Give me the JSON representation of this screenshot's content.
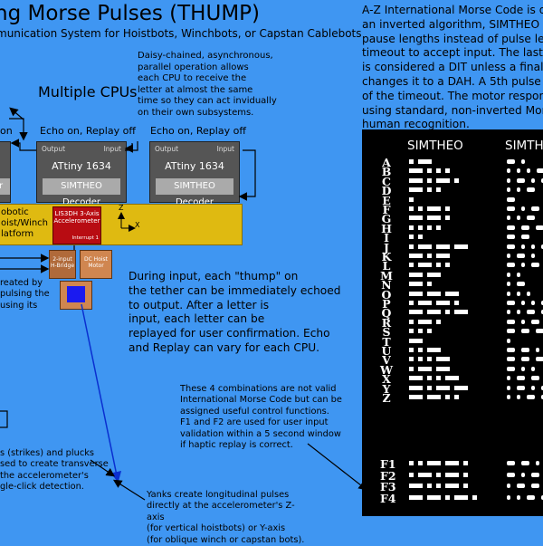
{
  "title": "ng Morse Pulses (THUMP)",
  "subtitle": "munication System for Hoistbots, Winchbots, or Capstan Cablebots",
  "multiple_cpus": "Multiple CPUs",
  "daisy_note": [
    "Daisy-chained, asynchronous,",
    "parallel operation allows",
    "each CPU to receive the",
    "letter at almost the same",
    "time so they can act invidually",
    "on their own subsystems."
  ],
  "echo_labels": [
    "on",
    "Echo on, Replay off",
    "Echo on, Replay off"
  ],
  "chips": [
    {
      "output": "Output",
      "input": "Input",
      "name": "ATtiny 1634",
      "decoder": "SIMTHEO Decoder"
    },
    {
      "output": "Output",
      "input": "Input",
      "name": "ATtiny 1634",
      "decoder": "SIMTHEO Decoder"
    }
  ],
  "left_chip_fragment": "r",
  "platform_label": [
    "obotic",
    "oist/Winch",
    "latform"
  ],
  "accel": {
    "line1": "LIS3DH 3-Axis",
    "line2": "Accelerometer",
    "int": "Interrupt 1"
  },
  "axes": {
    "z": "Z",
    "x": "X"
  },
  "hbridge": "2-input H-Bridge",
  "motor": "DC Hoist Motor",
  "left_treat": [
    "reated by",
    "pulsing the",
    "using its"
  ],
  "mid_text": [
    "During input, each \"thump\" on",
    "the tether can be immediately echoed",
    "to output.  After a letter is",
    "input, each letter can be",
    "replayed for user confirmation.  Echo",
    "and Replay can vary for each CPU."
  ],
  "note_text": [
    "These 4 combinations are not valid",
    "International Morse Code but can be",
    "assigned useful control functions.",
    "F1 and F2 are used for user input",
    "validation within a 5 second window",
    "if haptic replay is correct."
  ],
  "yanks_text": [
    "Yanks create longitudinal pulses",
    "directly at the accelerometer's Z-axis",
    "(for vertical hoistbots) or Y-axis",
    "(for oblique winch or capstan bots)."
  ],
  "left_text": [
    "s (strikes) and plucks",
    "sed to create transverse",
    " the accelerometer's",
    "gle-click detection."
  ],
  "right_text": [
    "A-Z International Morse Code is dec",
    "an inverted algorithm, SIMTHEO SH",
    "pause lengths instead of pulse leng",
    "timeout to accept input.  The last p",
    "is considered a DIT unless a final pu",
    "changes it to a DAH.  A 5th pulse a",
    "of the timeout.  The motor responds",
    "using standard, non-inverted Morse",
    "human recognition."
  ],
  "morse_headers": [
    "SIMTHEO",
    "SIMTHEO"
  ],
  "letters": [
    {
      "l": "A",
      "m": ".-",
      "s": "-."
    },
    {
      "l": "B",
      "m": "-...",
      "s": "...-"
    },
    {
      "l": "C",
      "m": "-.-.",
      "s": ".-.-"
    },
    {
      "l": "D",
      "m": "-..",
      "s": "..-"
    },
    {
      "l": "E",
      "m": ".",
      "s": "-"
    },
    {
      "l": "F",
      "m": "..-.",
      "s": "-.--"
    },
    {
      "l": "G",
      "m": "--.",
      "s": "..-"
    },
    {
      "l": "H",
      "m": "....",
      "s": "----"
    },
    {
      "l": "I",
      "m": "..",
      "s": "--"
    },
    {
      "l": "J",
      "m": ".---",
      "s": "-..."
    },
    {
      "l": "K",
      "m": "-.-",
      "s": ".-."
    },
    {
      "l": "L",
      "m": ".-..",
      "s": "-.--"
    },
    {
      "l": "M",
      "m": "--",
      "s": ".."
    },
    {
      "l": "N",
      "m": "-.",
      "s": ".-"
    },
    {
      "l": "O",
      "m": "---",
      "s": "..."
    },
    {
      "l": "P",
      "m": ".--.",
      "s": "-..-"
    },
    {
      "l": "Q",
      "m": "--.-",
      "s": "..-."
    },
    {
      "l": "R",
      "m": ".-.",
      "s": "-.-"
    },
    {
      "l": "S",
      "m": "...",
      "s": "---"
    },
    {
      "l": "T",
      "m": "-",
      "s": "."
    },
    {
      "l": "U",
      "m": "..-",
      "s": "--."
    },
    {
      "l": "V",
      "m": "...-",
      "s": "---."
    },
    {
      "l": "W",
      "m": ".--",
      "s": "-.."
    },
    {
      "l": "X",
      "m": "-..-",
      "s": ".--."
    },
    {
      "l": "Y",
      "m": "-.--",
      "s": ".-.."
    },
    {
      "l": "Z",
      "m": "--..",
      "s": "..--"
    }
  ],
  "fkeys": [
    {
      "l": "F1",
      "m": "..--.",
      "s": "--..-"
    },
    {
      "l": "F2",
      "m": ".-.-.",
      "s": "-.-.-"
    },
    {
      "l": "F3",
      "m": "-..-.",
      "s": ".--.-"
    },
    {
      "l": "F4",
      "m": "--.-.",
      "s": "..-.-"
    }
  ]
}
